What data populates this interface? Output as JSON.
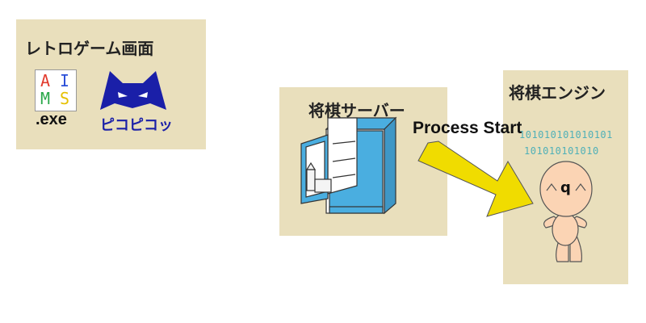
{
  "retro_panel": {
    "title": "レトロゲーム画面",
    "aims_letters": [
      "A",
      "I",
      "M",
      "S"
    ],
    "exe_label": ".exe",
    "pico_label": "ピコピコッ"
  },
  "server_panel": {
    "title": "将棋サーバー"
  },
  "engine_panel": {
    "title": "将棋エンジン",
    "binary_line_1": "101010101010101",
    "binary_line_2": "101010101010",
    "face_letter": "q"
  },
  "arrow": {
    "label": "Process Start"
  },
  "colors": {
    "panel_bg": "#e9dfbc",
    "arrow_fill": "#f0dc00",
    "fridge_blue": "#4aaee0",
    "cat_blue": "#1a1fa8",
    "figure_skin": "#fbd4b4",
    "binary_cyan": "#4fb0b8"
  }
}
